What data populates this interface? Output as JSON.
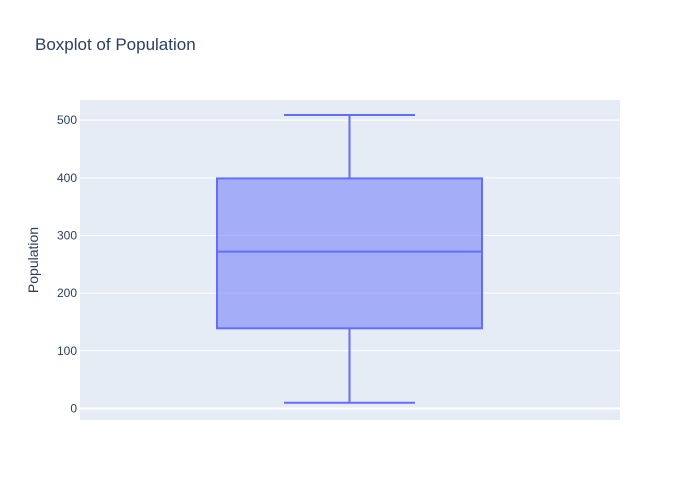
{
  "chart_data": {
    "type": "box",
    "title": "Boxplot of Population",
    "xlabel": "",
    "ylabel": "Population",
    "ylim": [
      -20,
      535
    ],
    "yticks": [
      0,
      100,
      200,
      300,
      400,
      500
    ],
    "grid": true,
    "series": [
      {
        "min": 10,
        "q1": 139,
        "median": 272,
        "q3": 399,
        "max": 509
      }
    ],
    "colors": {
      "plot_background": "#e5ecf6",
      "grid": "#ffffff",
      "box_line": "#636efa",
      "box_fill": "rgba(99,110,250,0.5)",
      "text": "#2a3f5f"
    }
  }
}
